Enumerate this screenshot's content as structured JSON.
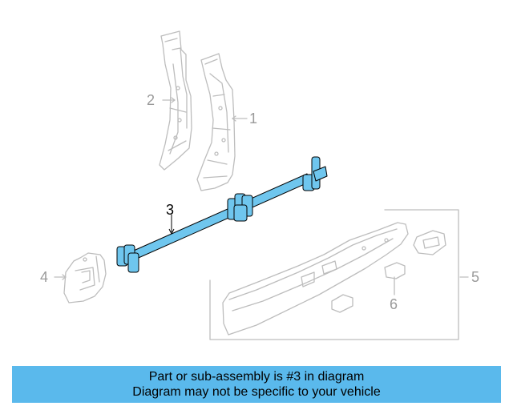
{
  "callouts": {
    "c1": "1",
    "c2": "2",
    "c3": "3",
    "c4": "4",
    "c5": "5",
    "c6": "6"
  },
  "highlighted_part": "3",
  "colors": {
    "highlight": "#6fc6ee",
    "banner": "#5ab9ec",
    "line_art": "#bdbdbd"
  },
  "banner": {
    "line1": "Part or sub-assembly is #3 in diagram",
    "line2": "Diagram may not be specific to your vehicle"
  }
}
